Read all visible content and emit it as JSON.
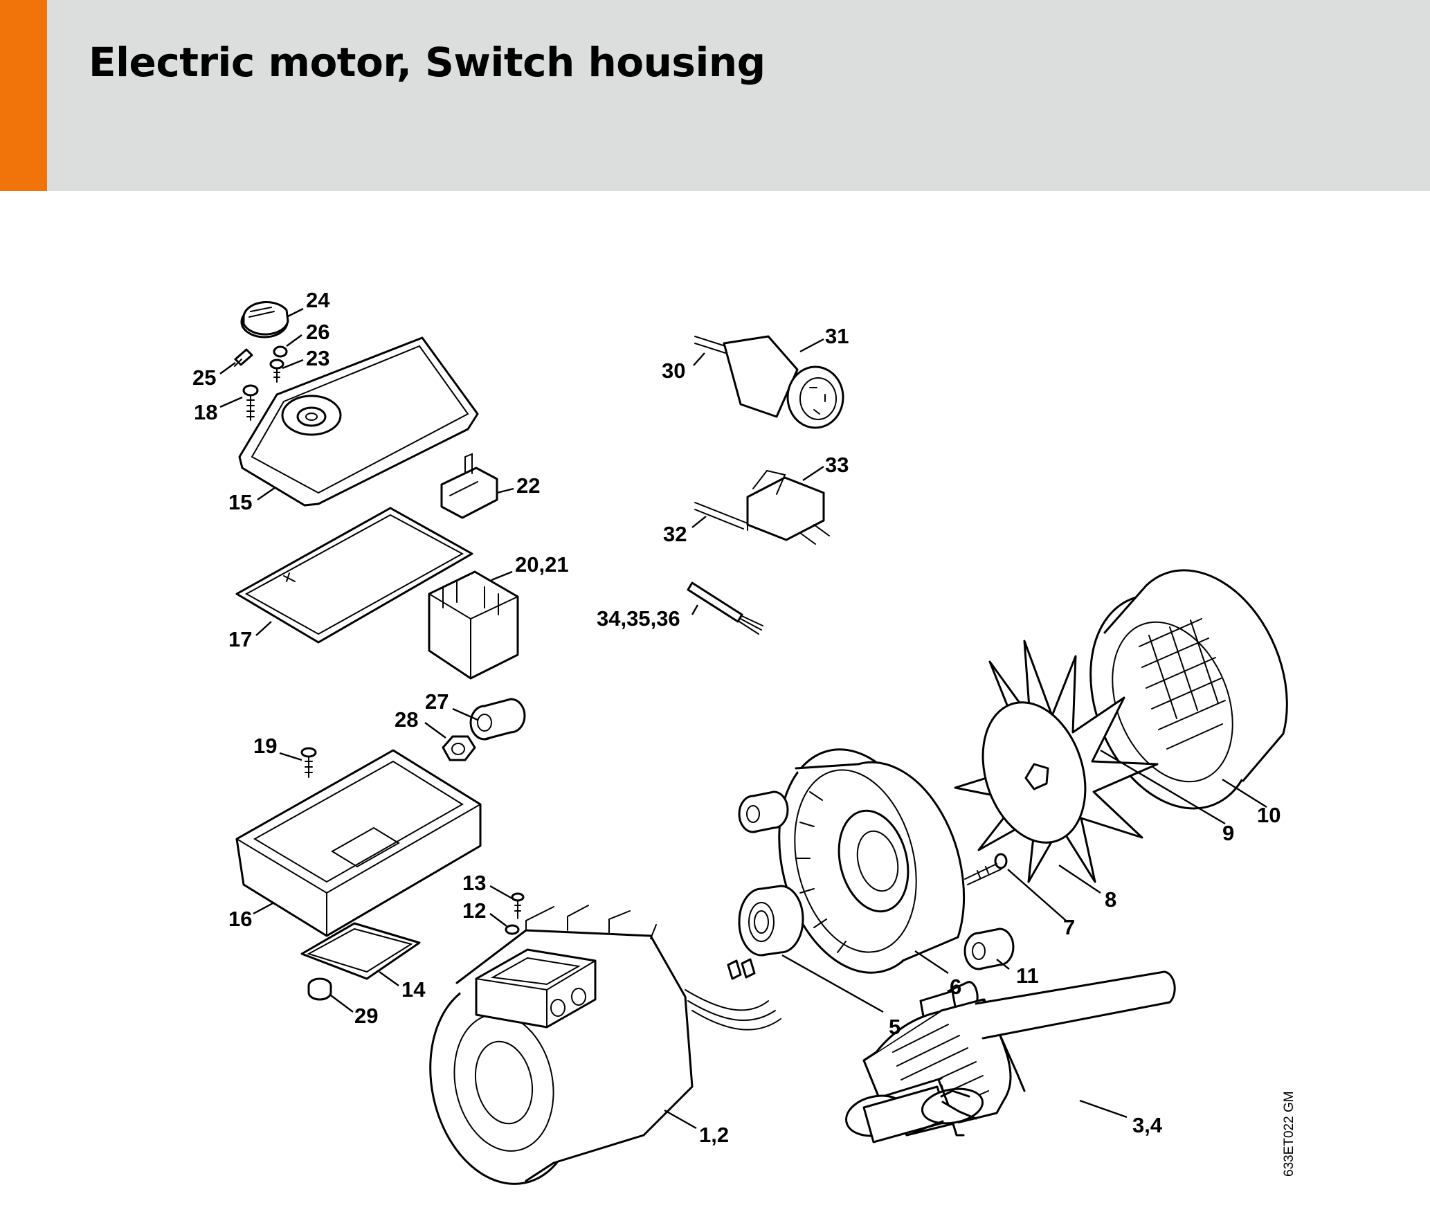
{
  "page": {
    "title": "Electric motor, Switch housing",
    "accent_color": "#f07409",
    "header_color": "#dcdddd"
  },
  "diagram": {
    "code": "633ET022 GM",
    "callouts": [
      {
        "id": "c24",
        "label": "24"
      },
      {
        "id": "c26",
        "label": "26"
      },
      {
        "id": "c23",
        "label": "23"
      },
      {
        "id": "c25",
        "label": "25"
      },
      {
        "id": "c18",
        "label": "18"
      },
      {
        "id": "c15",
        "label": "15"
      },
      {
        "id": "c22",
        "label": "22"
      },
      {
        "id": "c20_21",
        "label": "20,21"
      },
      {
        "id": "c17",
        "label": "17"
      },
      {
        "id": "c27",
        "label": "27"
      },
      {
        "id": "c28",
        "label": "28"
      },
      {
        "id": "c19",
        "label": "19"
      },
      {
        "id": "c16",
        "label": "16"
      },
      {
        "id": "c13",
        "label": "13"
      },
      {
        "id": "c12",
        "label": "12"
      },
      {
        "id": "c14",
        "label": "14"
      },
      {
        "id": "c29",
        "label": "29"
      },
      {
        "id": "c31",
        "label": "31"
      },
      {
        "id": "c30",
        "label": "30"
      },
      {
        "id": "c33",
        "label": "33"
      },
      {
        "id": "c32",
        "label": "32"
      },
      {
        "id": "c34_36",
        "label": "34,35,36"
      },
      {
        "id": "c10",
        "label": "10"
      },
      {
        "id": "c9",
        "label": "9"
      },
      {
        "id": "c8",
        "label": "8"
      },
      {
        "id": "c7",
        "label": "7"
      },
      {
        "id": "c6",
        "label": "6"
      },
      {
        "id": "c11",
        "label": "11"
      },
      {
        "id": "c5",
        "label": "5"
      },
      {
        "id": "c1_2",
        "label": "1,2"
      },
      {
        "id": "c3_4",
        "label": "3,4"
      }
    ]
  }
}
